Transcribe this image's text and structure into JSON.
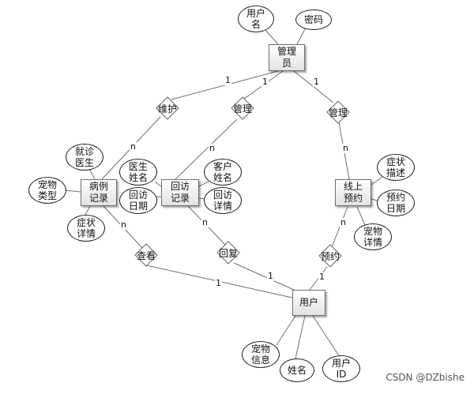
{
  "entities": {
    "admin": "管理\n员",
    "case_record": "病例\n记录",
    "visit_record": "回访\n记录",
    "online_booking": "线上\n预约",
    "user": "用户"
  },
  "relationships": {
    "maintain": "维护",
    "manage_visit": "管理",
    "manage_booking": "管理",
    "view": "查看",
    "reply": "回复",
    "book": "预约"
  },
  "attributes": {
    "admin_username": "用户\n名",
    "admin_password": "密码",
    "case_doctor": "就诊\n医生",
    "case_pet_type": "宠物\n类型",
    "case_symptoms": "症状\n详情",
    "visit_doctor_name": "医生\n姓名",
    "visit_date": "回访\n日期",
    "visit_customer_name": "客户\n姓名",
    "visit_details": "回访\n详情",
    "booking_symptom_desc": "症状\n描述",
    "booking_date": "预约\n日期",
    "booking_pet_details": "宠物\n详情",
    "user_pet_info": "宠物\n信息",
    "user_name": "姓名",
    "user_id": "用户\nID"
  },
  "cardinalities": {
    "admin_maintain": "1",
    "admin_manage_visit": "1",
    "admin_manage_booking": "1",
    "maintain_case": "n",
    "manage_visit_record": "n",
    "manage_booking_record": "n",
    "case_view": "n",
    "view_user": "1",
    "visit_reply": "n",
    "reply_user": "1",
    "booking_book": "n",
    "book_user": "1"
  },
  "watermark": "CSDN @DZbishe",
  "colors": {
    "line": "#707070",
    "entity_fill_top": "#ffffff",
    "entity_fill_bottom": "#e2e2e2"
  }
}
